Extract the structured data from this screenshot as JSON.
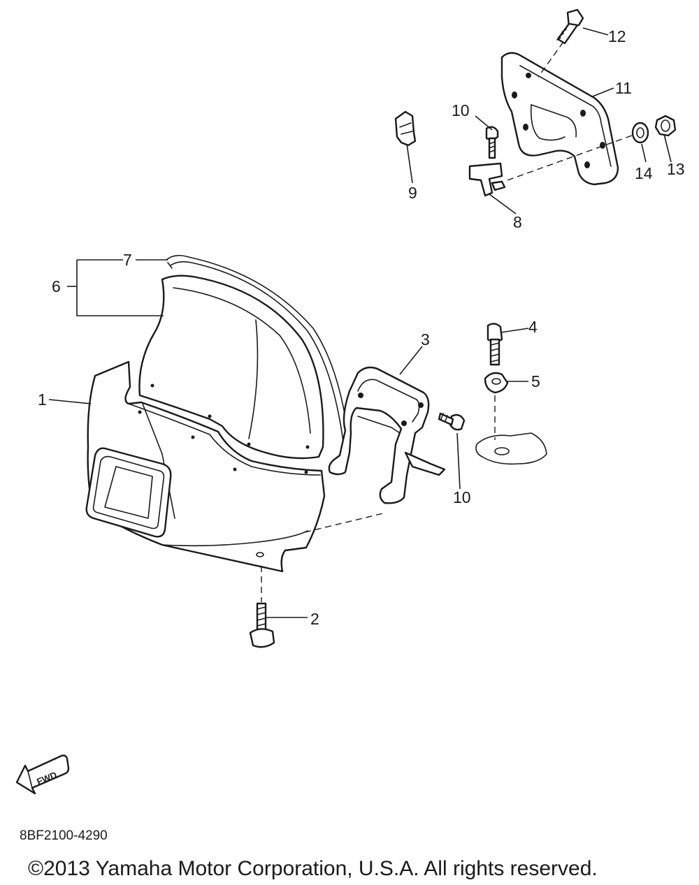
{
  "callouts": {
    "c1": "1",
    "c2": "2",
    "c3": "3",
    "c4": "4",
    "c5": "5",
    "c6": "6",
    "c7": "7",
    "c8": "8",
    "c9": "9",
    "c10a": "10",
    "c10b": "10",
    "c11": "11",
    "c12": "12",
    "c13": "13",
    "c14": "14"
  },
  "fwd_label": "FWD",
  "diagram_code": "8BF2100-4290",
  "copyright": "©2013 Yamaha Motor Corporation, U.S.A. All rights reserved.",
  "colors": {
    "ink": "#1a1a1a",
    "background": "#ffffff"
  }
}
